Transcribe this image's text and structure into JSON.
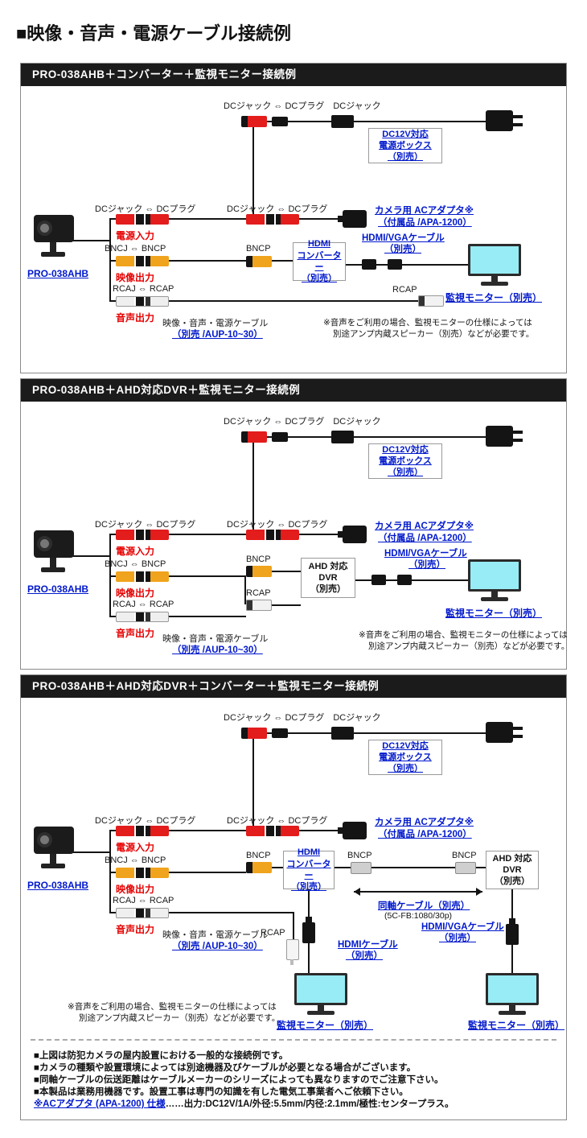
{
  "page": {
    "title": "■映像・音声・電源ケーブル接続例"
  },
  "sections": [
    {
      "header": "PRO-038AHB＋コンバーター＋監視モニター接続例"
    },
    {
      "header": "PRO-038AHB＋AHD対応DVR＋監視モニター接続例"
    },
    {
      "header": "PRO-038AHB＋AHD対応DVR＋コンバーター＋監視モニター接続例"
    }
  ],
  "labels": {
    "power_chain": "DCジャック ⇔ DCプラグ　DCジャック",
    "dc_pair": "DCジャック ⇔ DCプラグ",
    "power_box_l1": "DC12V対応",
    "power_box_l2": "電源ボックス",
    "power_box_l3": "（別売）",
    "power_in": "電源入力",
    "bnc_pair": "BNCJ ⇔ BNCP",
    "video_out": "映像出力",
    "rca_pair": "RCAJ ⇔ RCAP",
    "audio_out": "音声出力",
    "camera_model": "PRO-038AHB",
    "av_cable_l1": "映像・音声・電源ケーブル",
    "av_cable_l2": "（別売 /AUP-10~30）",
    "ac_adapter_l1": "カメラ用 ACアダプタ※",
    "ac_adapter_l2": "（付属品 /APA-1200）",
    "bncp": "BNCP",
    "rcap": "RCAP",
    "hdmi_conv_l1": "HDMI",
    "hdmi_conv_l2": "コンバーター",
    "hdmi_conv_l3": "（別売）",
    "ahd_dvr_l1": "AHD 対応",
    "ahd_dvr_l2": "DVR",
    "ahd_dvr_l3": "（別売）",
    "hdmi_vga_l1": "HDMI/VGAケーブル",
    "hdmi_vga_l2": "（別売）",
    "monitor": "監視モニター（別売）",
    "audio_note_l1": "※音声をご利用の場合、監視モニターの仕様によっては",
    "audio_note_l2": "別途アンプ内蔵スピーカー（別売）などが必要です。",
    "coax_l1": "同軸ケーブル（別売）",
    "coax_l2": "(5C-FB:1080/30p)",
    "hdmi_cable_l1": "HDMIケーブル",
    "hdmi_cable_l2": "（別売）"
  },
  "footer": {
    "notes": [
      "■上図は防犯カメラの屋内設置における一般的な接続例です。",
      "■カメラの種類や設置環境によっては別途機器及びケーブルが必要となる場合がございます。",
      "■同軸ケーブルの伝送距離はケーブルメーカーのシリーズによっても異なりますのでご注意下さい。",
      "■本製品は業務用機器です。設置工事は専門の知識を有した電気工事業者へご依頼下さい。"
    ],
    "ac_spec_link": "※ACアダプタ (APA-1200) 仕様",
    "ac_spec_rest": "……出力:DC12V/1A/外径:5.5mm/内径:2.1mm/極性:センタープラス。"
  },
  "colors": {
    "header_bg": "#1b1b1b",
    "link_blue": "#0018cc",
    "label_red": "#e60000",
    "connector_red": "#e31c1c",
    "connector_yellow": "#f0a31c",
    "monitor_screen": "#97ecf5"
  }
}
